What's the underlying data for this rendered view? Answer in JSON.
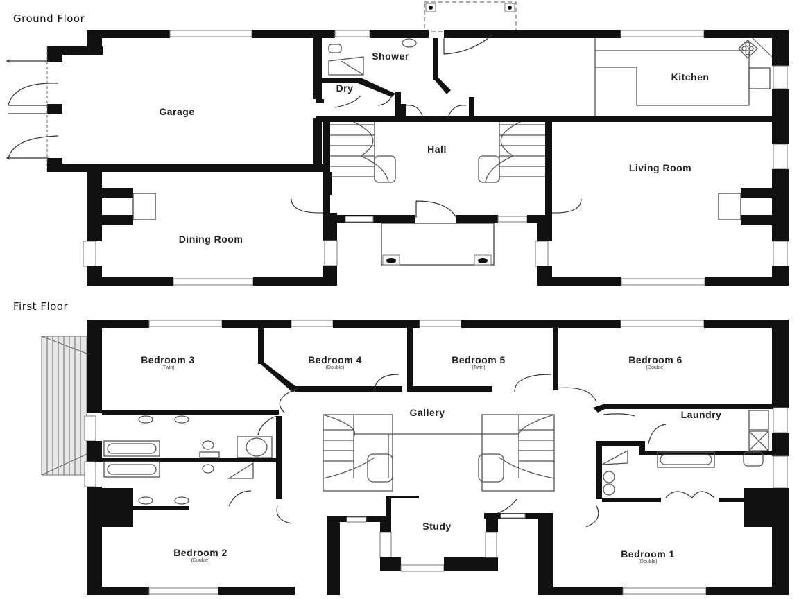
{
  "floors": [
    {
      "title": "Ground Floor",
      "rooms": [
        {
          "id": "garage",
          "name": "Garage",
          "sub": ""
        },
        {
          "id": "shower",
          "name": "Shower",
          "sub": ""
        },
        {
          "id": "dry",
          "name": "Dry",
          "sub": ""
        },
        {
          "id": "kitchen",
          "name": "Kitchen",
          "sub": ""
        },
        {
          "id": "hall",
          "name": "Hall",
          "sub": ""
        },
        {
          "id": "living",
          "name": "Living Room",
          "sub": ""
        },
        {
          "id": "dining",
          "name": "Dining Room",
          "sub": ""
        }
      ]
    },
    {
      "title": "First Floor",
      "rooms": [
        {
          "id": "bed3",
          "name": "Bedroom 3",
          "sub": "(Twin)"
        },
        {
          "id": "bed4",
          "name": "Bedroom 4",
          "sub": "(Double)"
        },
        {
          "id": "bed5",
          "name": "Bedroom 5",
          "sub": "(Twin)"
        },
        {
          "id": "bed6",
          "name": "Bedroom 6",
          "sub": "(Double)"
        },
        {
          "id": "gallery",
          "name": "Gallery",
          "sub": ""
        },
        {
          "id": "laundry",
          "name": "Laundry",
          "sub": ""
        },
        {
          "id": "study",
          "name": "Study",
          "sub": ""
        },
        {
          "id": "bed2",
          "name": "Bedroom 2",
          "sub": "(Double)"
        },
        {
          "id": "bed1",
          "name": "Bedroom 1",
          "sub": "(Double)"
        }
      ]
    }
  ],
  "colors": {
    "wall": "#111111",
    "window": "#777777",
    "fixture": "#555555",
    "background": "#ffffff"
  }
}
